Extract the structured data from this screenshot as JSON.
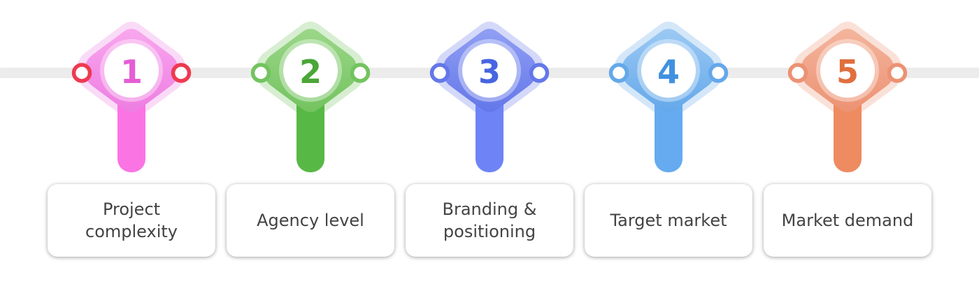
{
  "diagram": {
    "type": "horizontal-timeline-steps",
    "line_color": "#ececec",
    "card": {
      "bg": "#ffffff",
      "text_color": "#434343"
    },
    "steps": [
      {
        "number": "1",
        "label": "Project complexity",
        "colors": {
          "base": "#ee7de2",
          "light": "#f8a7ee",
          "stem": "#fb74e4",
          "number": "#e55ed4",
          "dot_ring": "#ee3a50"
        }
      },
      {
        "number": "2",
        "label": "Agency level",
        "colors": {
          "base": "#73c35f",
          "light": "#9bd789",
          "stem": "#58b845",
          "number": "#4aa637",
          "dot_ring": "#73c35f"
        }
      },
      {
        "number": "3",
        "label": "Branding & positioning",
        "colors": {
          "base": "#6477e9",
          "light": "#909ff3",
          "stem": "#6e84f6",
          "number": "#4765e0",
          "dot_ring": "#6477e9"
        }
      },
      {
        "number": "4",
        "label": "Target market",
        "colors": {
          "base": "#64a8ea",
          "light": "#9cc9f3",
          "stem": "#66abf0",
          "number": "#3f91e0",
          "dot_ring": "#64a8ea"
        }
      },
      {
        "number": "5",
        "label": "Market demand",
        "colors": {
          "base": "#ec9273",
          "light": "#f4b59d",
          "stem": "#ee8b60",
          "number": "#e06f3e",
          "dot_ring": "#ec9273"
        }
      }
    ]
  }
}
